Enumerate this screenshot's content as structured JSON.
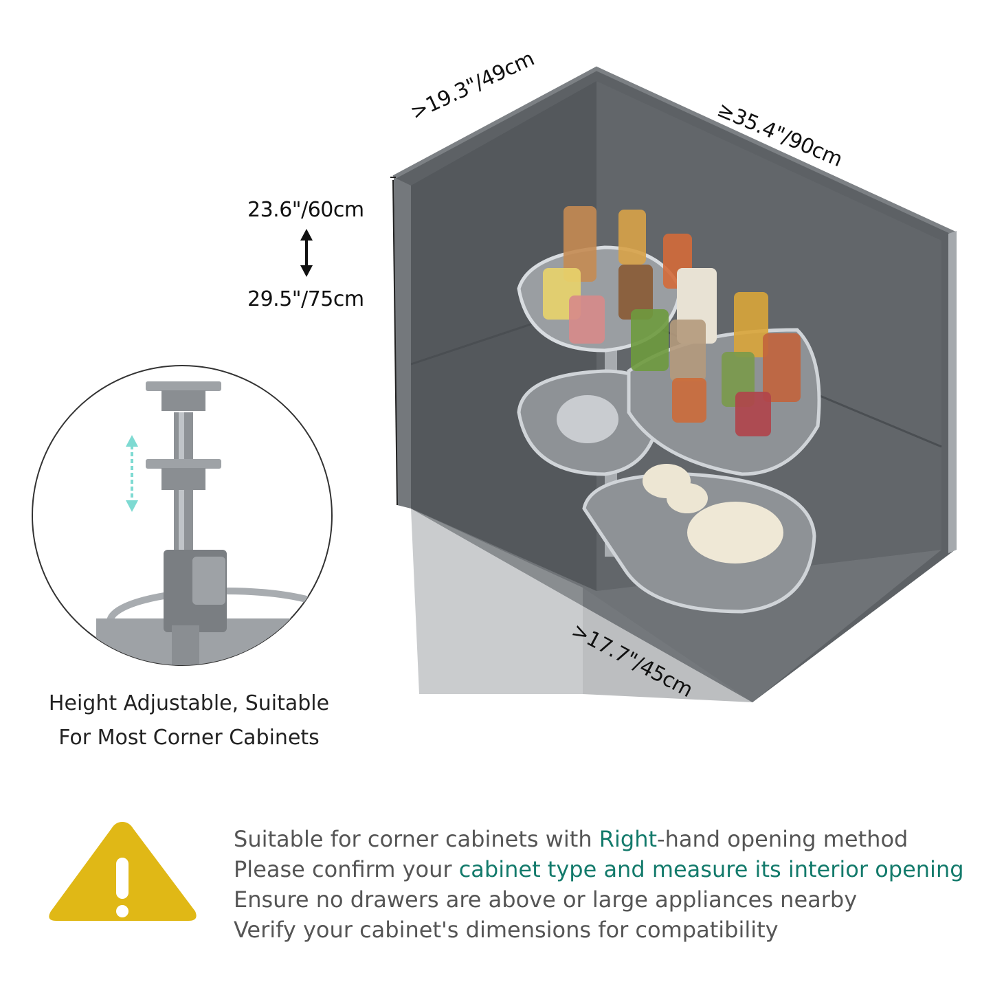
{
  "dimensions": {
    "depth_left": ">19.3\"/49cm",
    "width_right": "≥35.4\"/90cm",
    "height_min": "23.6\"/60cm",
    "height_max": "29.5\"/75cm",
    "door_opening": ">17.7\"/45cm"
  },
  "caption": {
    "line1": "Height Adjustable, Suitable",
    "line2": "For Most Corner Cabinets"
  },
  "notes": [
    {
      "before": "Suitable for corner cabinets with ",
      "highlight": "Right",
      "after": "-hand opening method"
    },
    {
      "before": "Please confirm your ",
      "highlight": "cabinet type and measure its interior opening",
      "after": ""
    },
    {
      "before": "Ensure no drawers are above or large appliances nearby",
      "highlight": "",
      "after": ""
    },
    {
      "before": "Verify your cabinet's dimensions for compatibility",
      "highlight": "",
      "after": ""
    }
  ],
  "colors": {
    "cabinet_dark": "#5d6165",
    "cabinet_mid": "#6b6f73",
    "cabinet_light": "#8a8e92",
    "shelf_gray": "#9a9ea2",
    "highlight_teal": "#137a6b",
    "warning_yellow": "#e0b816"
  },
  "icons": {
    "warning": "warning-triangle-icon",
    "height_arrow": "double-arrow-vertical-icon",
    "adjust_arrow": "adjust-arrow-icon"
  }
}
